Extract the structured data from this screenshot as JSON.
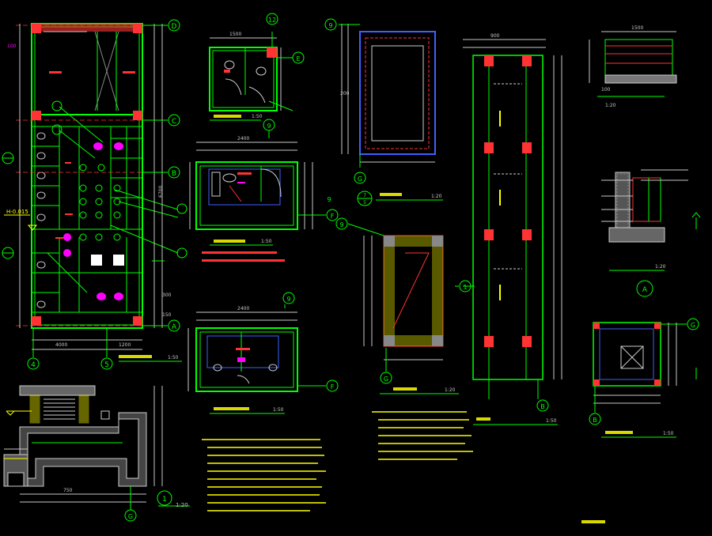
{
  "colors": {
    "background": "#000000",
    "wall": "#00ff00",
    "dimension": "#c8c8c8",
    "annotation": "#ffff00",
    "column": "#ff3333",
    "fixture": "#ff00ff",
    "axis_bubble": "#00ff00",
    "blue_line": "#4060ff"
  },
  "axis_labels": {
    "d": "D",
    "c": "C",
    "b": "B",
    "a": "A",
    "n4": "4",
    "n5": "5",
    "n12": "12",
    "e": "E",
    "n9a": "9",
    "n9b": "9",
    "n9c": "9",
    "n9d": "9",
    "n9e": "9",
    "f1": "F",
    "f2": "F",
    "g1": "G",
    "g2": "G",
    "g3": "G",
    "g4": "G",
    "b2": "B",
    "b3": "B",
    "a2": "A",
    "n1": "1"
  },
  "section_marks": {
    "five": "5",
    "seven": "7"
  },
  "scales": {
    "s150a": "1:50",
    "s150b": "1:50",
    "s150c": "1:50",
    "s120a": "1:20",
    "s120b": "1:20",
    "s150d": "1:50",
    "s150e": "1:50",
    "s150f": "1:50",
    "s120c": "1:20",
    "s120d": "1:20",
    "s120e": "1:20"
  },
  "dims": {
    "d100a": "100",
    "d100b": "100",
    "d1200": "1200",
    "d4000": "4000",
    "d6700": "6700",
    "d2400": "2400",
    "d1500": "1500",
    "d900": "900",
    "d300": "300",
    "d150": "150",
    "d200": "200",
    "d750": "750"
  },
  "labels": {
    "level": "H-0.015"
  }
}
